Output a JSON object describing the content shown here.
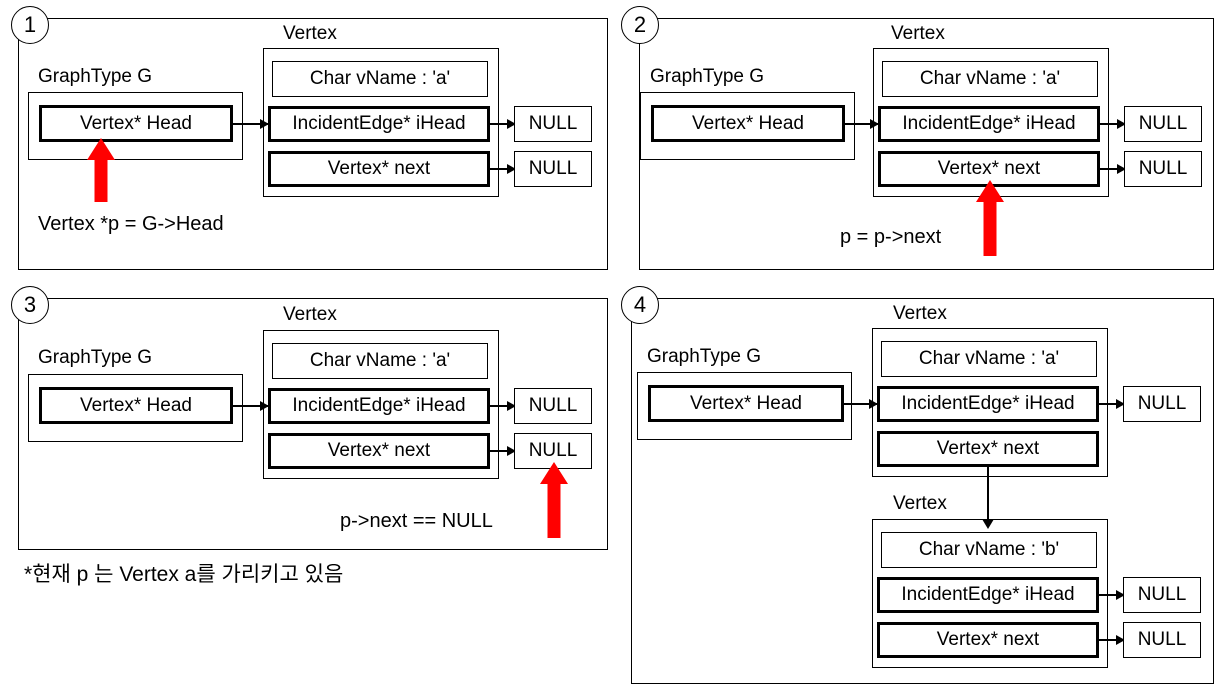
{
  "figure": {
    "title": "Linked list traversal of graph vertices",
    "colors": {
      "pointer_arrow": "#FF0000",
      "line": "#000000",
      "background": "#FFFFFF"
    },
    "note": "*현재 p 는 Vertex a를 가리키고 있음"
  },
  "labels": {
    "vertex": "Vertex",
    "graphtype": "GraphType G",
    "head": "Vertex* Head",
    "vname_a": "Char vName : 'a'",
    "vname_b": "Char vName : 'b'",
    "ihead": "IncidentEdge* iHead",
    "next": "Vertex* next",
    "null": "NULL"
  },
  "panels": [
    {
      "number": "1",
      "graphtype_label": "GraphType G",
      "head_field": "Vertex* Head",
      "vertex_label": "Vertex",
      "fields": [
        "Char vName : 'a'",
        "IncidentEdge* iHead",
        "Vertex* next"
      ],
      "null_targets": [
        "NULL",
        "NULL"
      ],
      "caption": "Vertex *p = G->Head",
      "pointer_target": "Vertex* Head"
    },
    {
      "number": "2",
      "graphtype_label": "GraphType G",
      "head_field": "Vertex* Head",
      "vertex_label": "Vertex",
      "fields": [
        "Char vName : 'a'",
        "IncidentEdge* iHead",
        "Vertex* next"
      ],
      "null_targets": [
        "NULL",
        "NULL"
      ],
      "caption": "p = p->next",
      "pointer_target": "Vertex* next"
    },
    {
      "number": "3",
      "graphtype_label": "GraphType G",
      "head_field": "Vertex* Head",
      "vertex_label": "Vertex",
      "fields": [
        "Char vName : 'a'",
        "IncidentEdge* iHead",
        "Vertex* next"
      ],
      "null_targets": [
        "NULL",
        "NULL"
      ],
      "caption": "p->next == NULL",
      "pointer_target": "NULL"
    },
    {
      "number": "4",
      "graphtype_label": "GraphType G",
      "head_field": "Vertex* Head",
      "vertex_label": "Vertex",
      "vertex_label2": "Vertex",
      "fields": [
        "Char vName : 'a'",
        "IncidentEdge* iHead",
        "Vertex* next"
      ],
      "fields2": [
        "Char vName : 'b'",
        "IncidentEdge* iHead",
        "Vertex* next"
      ],
      "null_targets": [
        "NULL"
      ],
      "null_targets2": [
        "NULL",
        "NULL"
      ],
      "caption": ""
    }
  ]
}
